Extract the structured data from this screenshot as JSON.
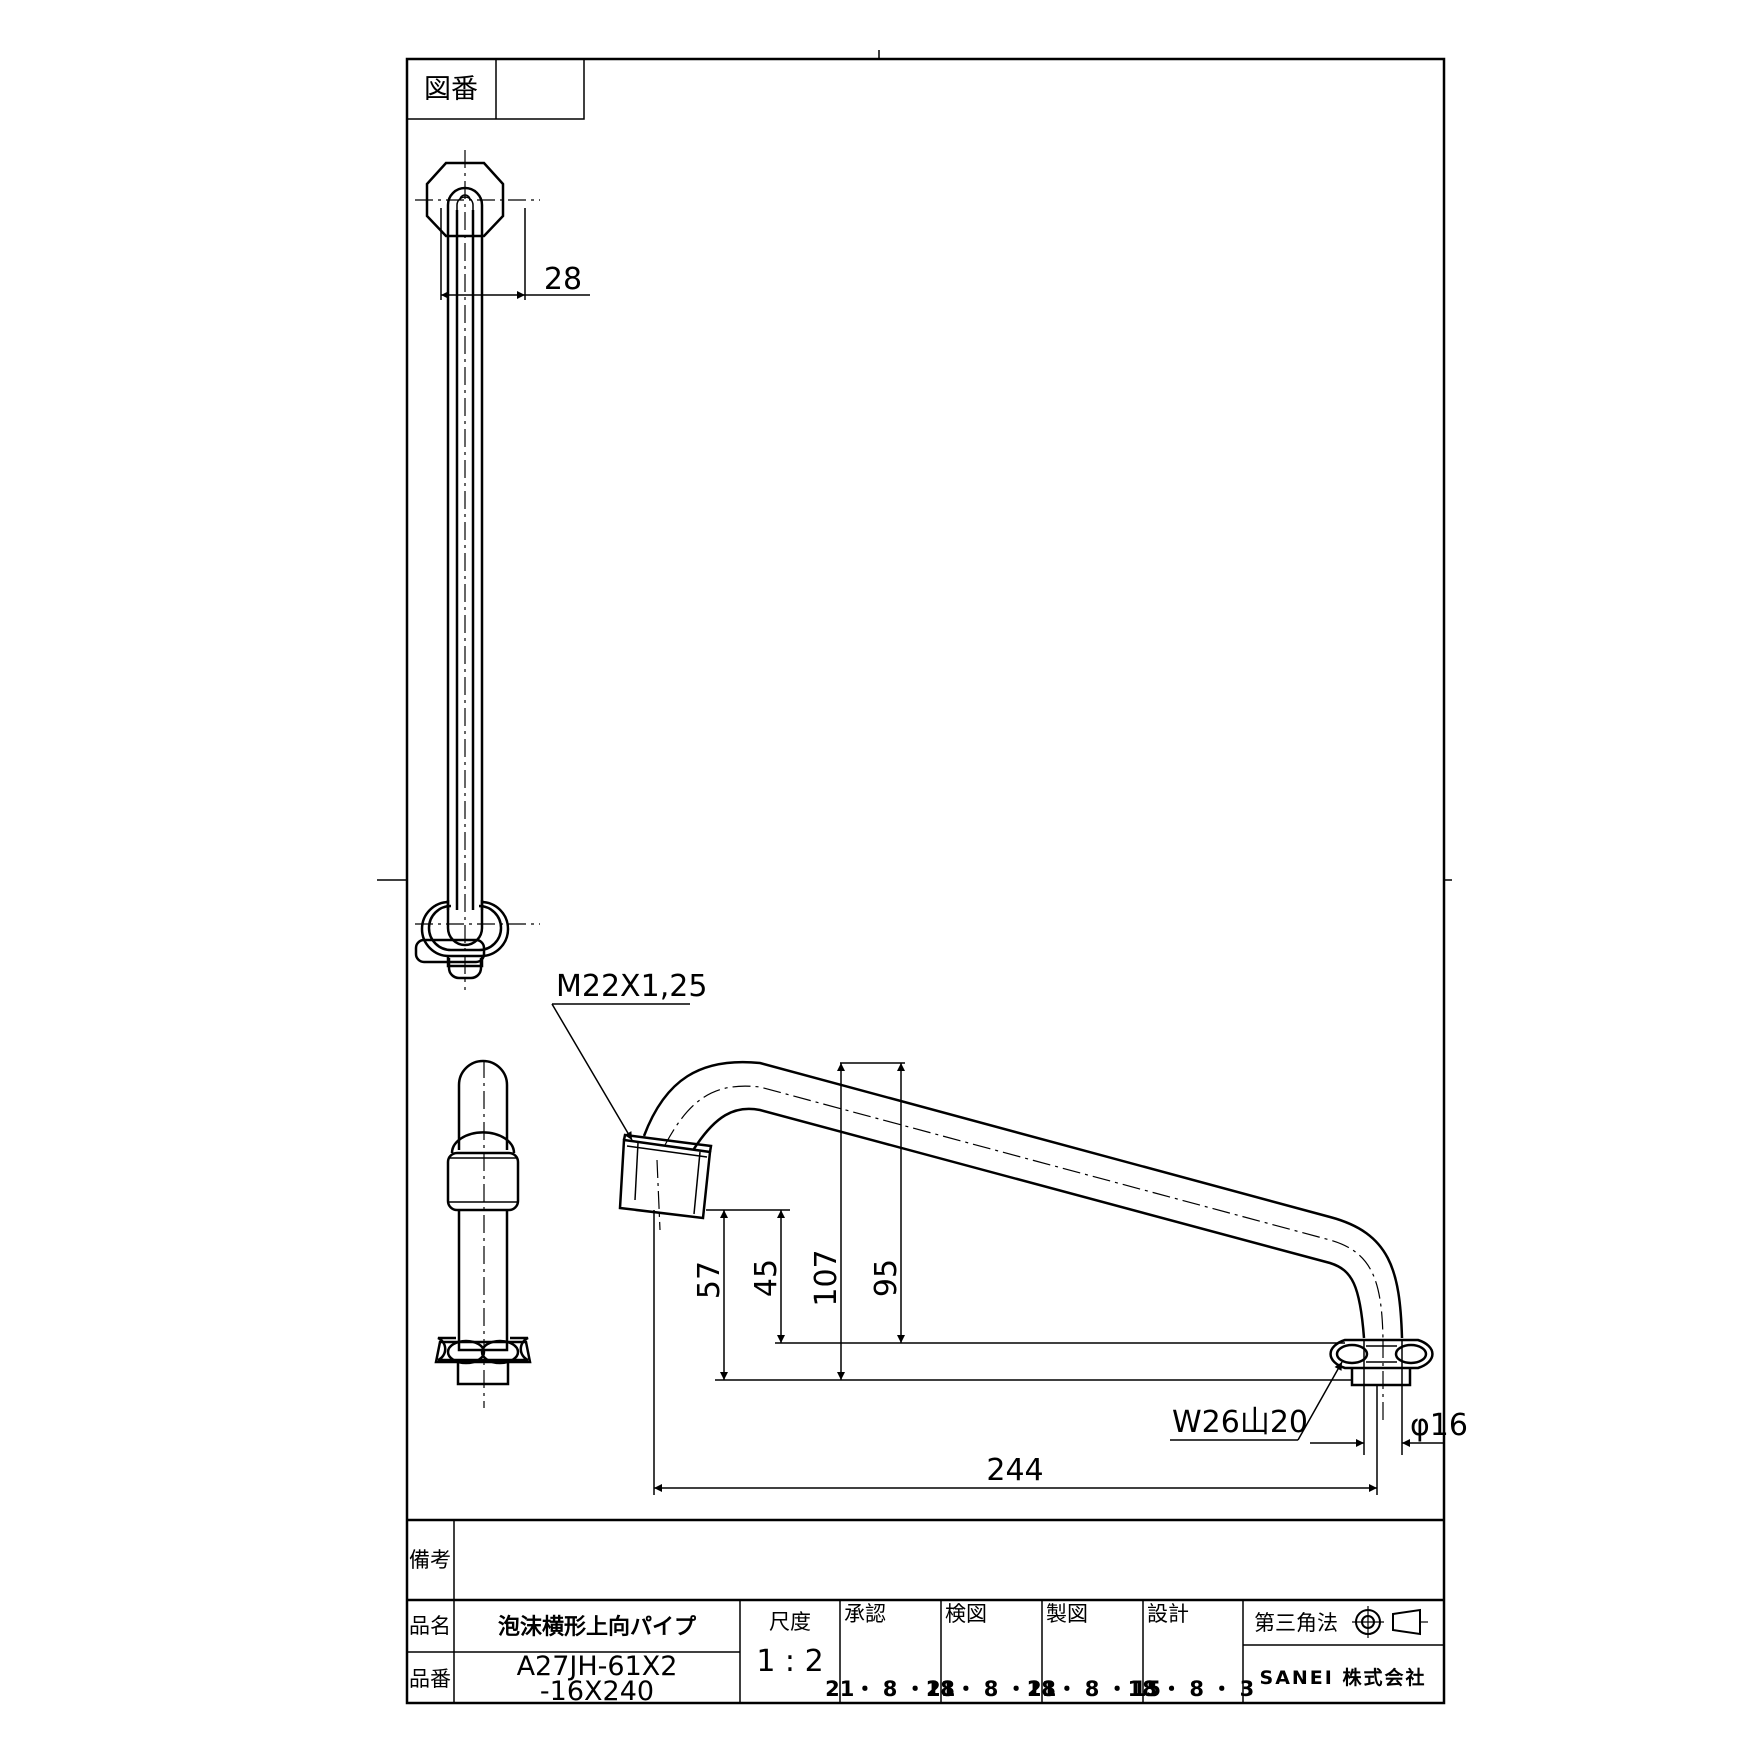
{
  "drawing_number_label": "図番",
  "drawing_number_value": "",
  "dimensions": {
    "hex_width": "28",
    "inlet_thread": "M22X1,25",
    "outlet_thread": "W26山20",
    "pipe_diameter": "φ16",
    "length": "244",
    "h57": "57",
    "h45": "45",
    "h107": "107",
    "h95": "95"
  },
  "title_block": {
    "remarks_label": "備考",
    "remarks_value": "",
    "product_name_label": "品名",
    "product_name": "泡沫横形上向パイプ",
    "part_number_label": "品番",
    "part_number_line1": "A27JH-61X2",
    "part_number_line2": "-16X240",
    "scale_label": "尺度",
    "scale_value": "1 : 2",
    "approved_label": "承認",
    "approved_date": "21・ 8 ・18",
    "checked_label": "検図",
    "checked_date": "21・ 8 ・18",
    "drawn_label": "製図",
    "drawn_date": "21・ 8 ・18",
    "designed_label": "設計",
    "designed_date": "15・ 8 ・ 3",
    "projection_label": "第三角法",
    "company": "SANEI 株式会社"
  }
}
